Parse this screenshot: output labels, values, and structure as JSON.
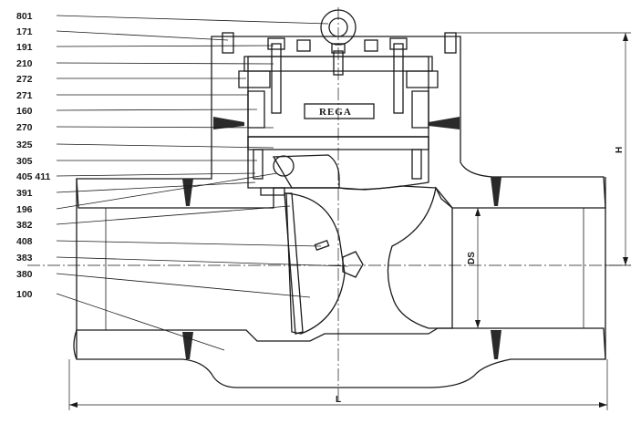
{
  "callouts": [
    {
      "id": "801"
    },
    {
      "id": "171"
    },
    {
      "id": "191"
    },
    {
      "id": "210"
    },
    {
      "id": "272"
    },
    {
      "id": "271"
    },
    {
      "id": "160"
    },
    {
      "id": "270"
    },
    {
      "id": "325"
    },
    {
      "id": "305"
    },
    {
      "id": "405 411"
    },
    {
      "id": "391"
    },
    {
      "id": "196"
    },
    {
      "id": "382"
    },
    {
      "id": "408"
    },
    {
      "id": "383"
    },
    {
      "id": "380"
    },
    {
      "id": "100"
    }
  ],
  "dimensions": {
    "height": "H",
    "seat_diameter": "DS",
    "length": "L"
  },
  "brand_plate": "REGA"
}
